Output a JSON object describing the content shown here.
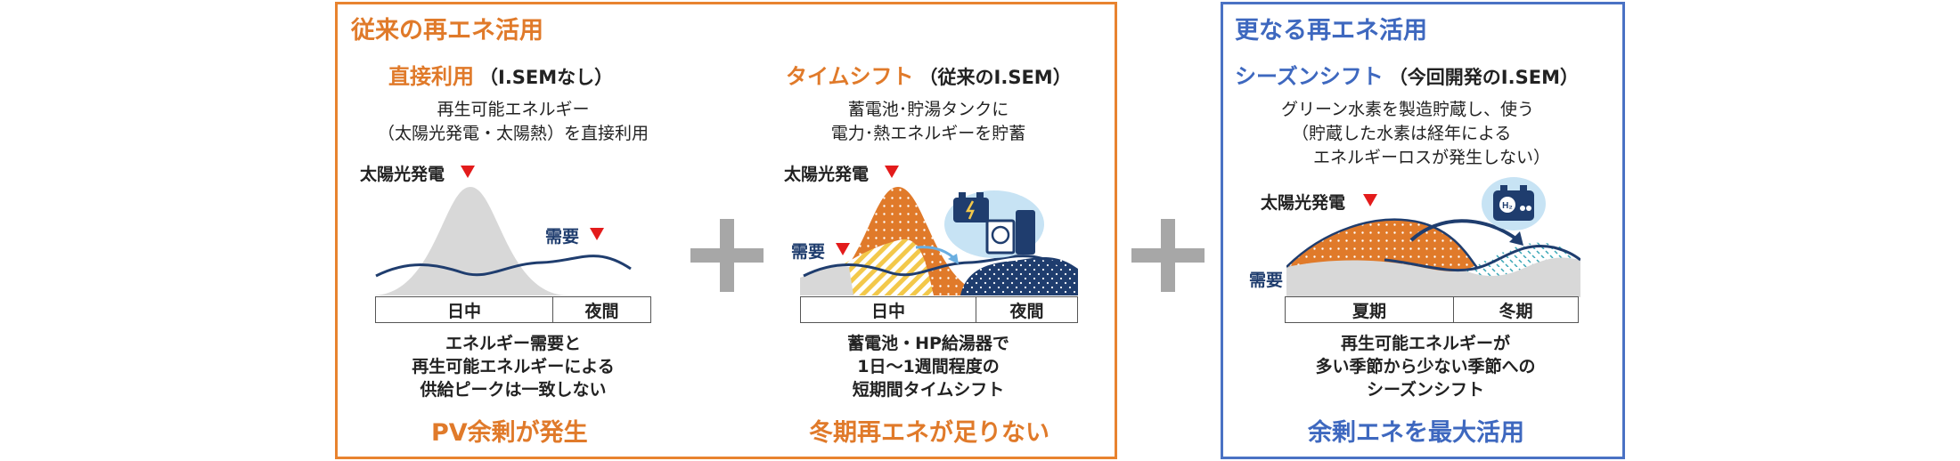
{
  "left_section": {
    "title": "従来の再エネ活用",
    "direct": {
      "heading": "直接利用",
      "subheading": "（I.SEMなし）",
      "desc_line1": "再生可能エネルギー",
      "desc_line2": "（太陽光発電・太陽熱）を直接利用",
      "solar_label": "太陽光発電",
      "demand_label": "需要",
      "time_day": "日中",
      "time_night": "夜間",
      "conclusion_line1": "エネルギー需要と",
      "conclusion_line2": "再生可能エネルギーによる",
      "conclusion_line3": "供給ピークは一致しない",
      "result": "PV余剰が発生"
    },
    "timeshift": {
      "heading": "タイムシフト",
      "subheading": "（従来のI.SEM）",
      "desc_line1": "蓄電池･貯湯タンクに",
      "desc_line2": "電力･熱エネルギーを貯蓄",
      "solar_label": "太陽光発電",
      "demand_label": "需要",
      "time_day": "日中",
      "time_night": "夜間",
      "conclusion_line1": "蓄電池・HP給湯器で",
      "conclusion_line2": "1日～1週間程度の",
      "conclusion_line3": "短期間タイムシフト",
      "result": "冬期再エネが足りない"
    }
  },
  "right_section": {
    "title": "更なる再エネ活用",
    "seasonshift": {
      "heading": "シーズンシフト",
      "subheading": "（今回開発のI.SEM）",
      "desc_line1": "グリーン水素を製造貯蔵し、使う",
      "desc_line2": "（貯蔵した水素は経年による",
      "desc_line3": "エネルギーロスが発生しない）",
      "solar_label": "太陽光発電",
      "demand_label": "需要",
      "season_summer": "夏期",
      "season_winter": "冬期",
      "h2_label": "H₂",
      "conclusion_line1": "再生可能エネルギーが",
      "conclusion_line2": "多い季節から少ない季節への",
      "conclusion_line3": "シーズンシフト",
      "result": "余剰エネを最大活用"
    }
  },
  "colors": {
    "orange": "#e07a2a",
    "orange_border": "#e8832f",
    "blue": "#3e68bf",
    "blue_border": "#4a72c4",
    "navy": "#1f3d6e",
    "red_marker": "#e31b1b",
    "gray_area": "#d8d8d8",
    "plus_gray": "#a7a7a7",
    "yellow_stripe": "#f3c84a"
  }
}
